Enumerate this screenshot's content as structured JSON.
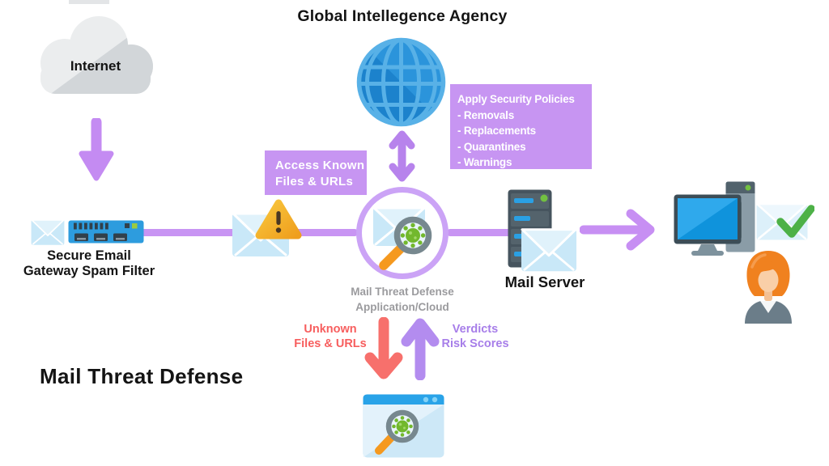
{
  "diagram": {
    "main_title": "Mail Threat Defense",
    "agency_title": "Global Intellegence Agency",
    "internet_label": "Internet",
    "gateway_label": {
      "line1": "Secure Email",
      "line2": "Gateway Spam Filter"
    },
    "access_box": {
      "line1": "Access Known",
      "line2": "Files & URLs"
    },
    "policies_box": {
      "title": "Apply Security Policies",
      "items": [
        "- Removals",
        "- Replacements",
        "- Quarantines",
        "- Warnings"
      ]
    },
    "center_node_label": {
      "line1": "Mail Threat Defense",
      "line2": "Application/Cloud"
    },
    "mail_server_label": "Mail Server",
    "flow_down_label": {
      "line1": "Unknown",
      "line2": "Files & URLs"
    },
    "flow_up_label": {
      "line1": "Verdicts",
      "line2": "Risk Scores"
    }
  },
  "colors": {
    "flow_purple": "#C894F3",
    "box_purple": "#C795F2",
    "ring_purple": "#CBA3F6",
    "arrow_purple": "#B783EC",
    "verdict_text_purple": "#A77EE9",
    "alert_red": "#F7706C",
    "alert_red_text": "#F75E5E",
    "globe_blue": "#1C82CC",
    "appliance_blue": "#2D9CDE",
    "envelope_blue": "#C9E8F8",
    "success_green": "#4DB147",
    "virus_green": "#72B82D",
    "handle_orange": "#F5991F",
    "warning_yellow": "#F5B32D",
    "node_label_gray": "#9B9B9E",
    "cloud_gray_light": "#EBEDEE",
    "cloud_gray_dark": "#D2D6D9"
  }
}
